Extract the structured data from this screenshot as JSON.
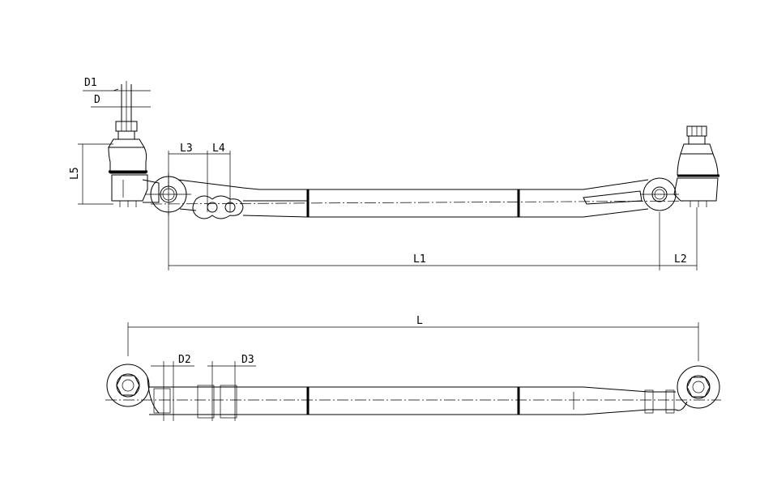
{
  "dimensions": {
    "d1": "D1",
    "d": "D",
    "l5": "L5",
    "l3": "L3",
    "l4": "L4",
    "l1": "L1",
    "l2": "L2",
    "l": "L",
    "d2": "D2",
    "d3": "D3"
  }
}
